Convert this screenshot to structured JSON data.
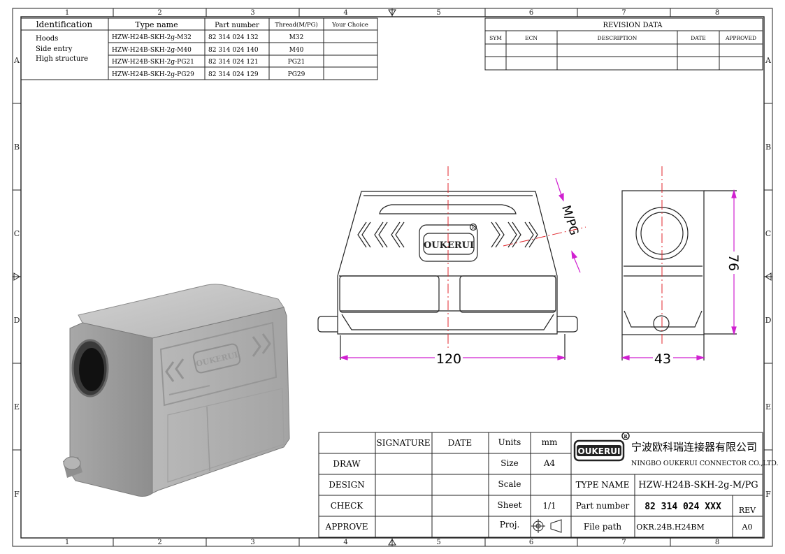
{
  "border": {
    "columns": [
      "1",
      "2",
      "3",
      "4",
      "5",
      "6",
      "7",
      "8"
    ],
    "rows": [
      "A",
      "B",
      "C",
      "D",
      "E",
      "F"
    ]
  },
  "id_table": {
    "headers": {
      "identification": "ldentification",
      "type_name": "Type name",
      "part_number": "Part number",
      "thread": "Thread(M/PG)",
      "your_choice": "Your Choice"
    },
    "identification_lines": [
      "Hoods",
      "Side entry",
      "High structure"
    ],
    "rows": [
      {
        "type": "HZW-H24B-SKH-2g-M32",
        "part": "82 314 024 132",
        "thread": "M32"
      },
      {
        "type": "HZW-H24B-SKH-2g-M40",
        "part": "82 314 024 140",
        "thread": "M40"
      },
      {
        "type": "HZW-H24B-SKH-2g-PG21",
        "part": "82 314 024 121",
        "thread": "PG21"
      },
      {
        "type": "HZW-H24B-SKH-2g-PG29",
        "part": "82 314 024 129",
        "thread": "PG29"
      }
    ]
  },
  "revision": {
    "title": "REVISION   DATA",
    "headers": [
      "SYM",
      "ECN",
      "DESCRIPTION",
      "DATE",
      "APPROVED"
    ]
  },
  "drawing": {
    "dim_width": "120",
    "dim_height": "76",
    "dim_depth": "43",
    "thread_label": "M/PG",
    "logo_text": "OUKERUI"
  },
  "title_block": {
    "signature": "SIGNATURE",
    "date": "DATE",
    "rows": [
      "DRAW",
      "DESIGN",
      "CHECK",
      "APPROVE"
    ],
    "units_label": "Units",
    "units_value": "mm",
    "size_label": "Size",
    "size_value": "A4",
    "scale_label": "Scale",
    "scale_value": "",
    "sheet_label": "Sheet",
    "sheet_value": "1/1",
    "proj_label": "Proj.",
    "company_cn": "宁波欧科瑞连接器有限公司",
    "company_en": "NINGBO OUKERUI CONNECTOR CO.,LTD.",
    "logo": "OUKERUI",
    "type_name_label": "TYPE NAME",
    "type_name_value": "HZW-H24B-SKH-2g-M/PG",
    "part_number_label": "Part number",
    "part_number_value": "82 314 024 XXX",
    "rev_label": "REV",
    "file_path_label": "File path",
    "file_path_value": "OKR.24B.H24BM",
    "rev_value": "A0"
  }
}
